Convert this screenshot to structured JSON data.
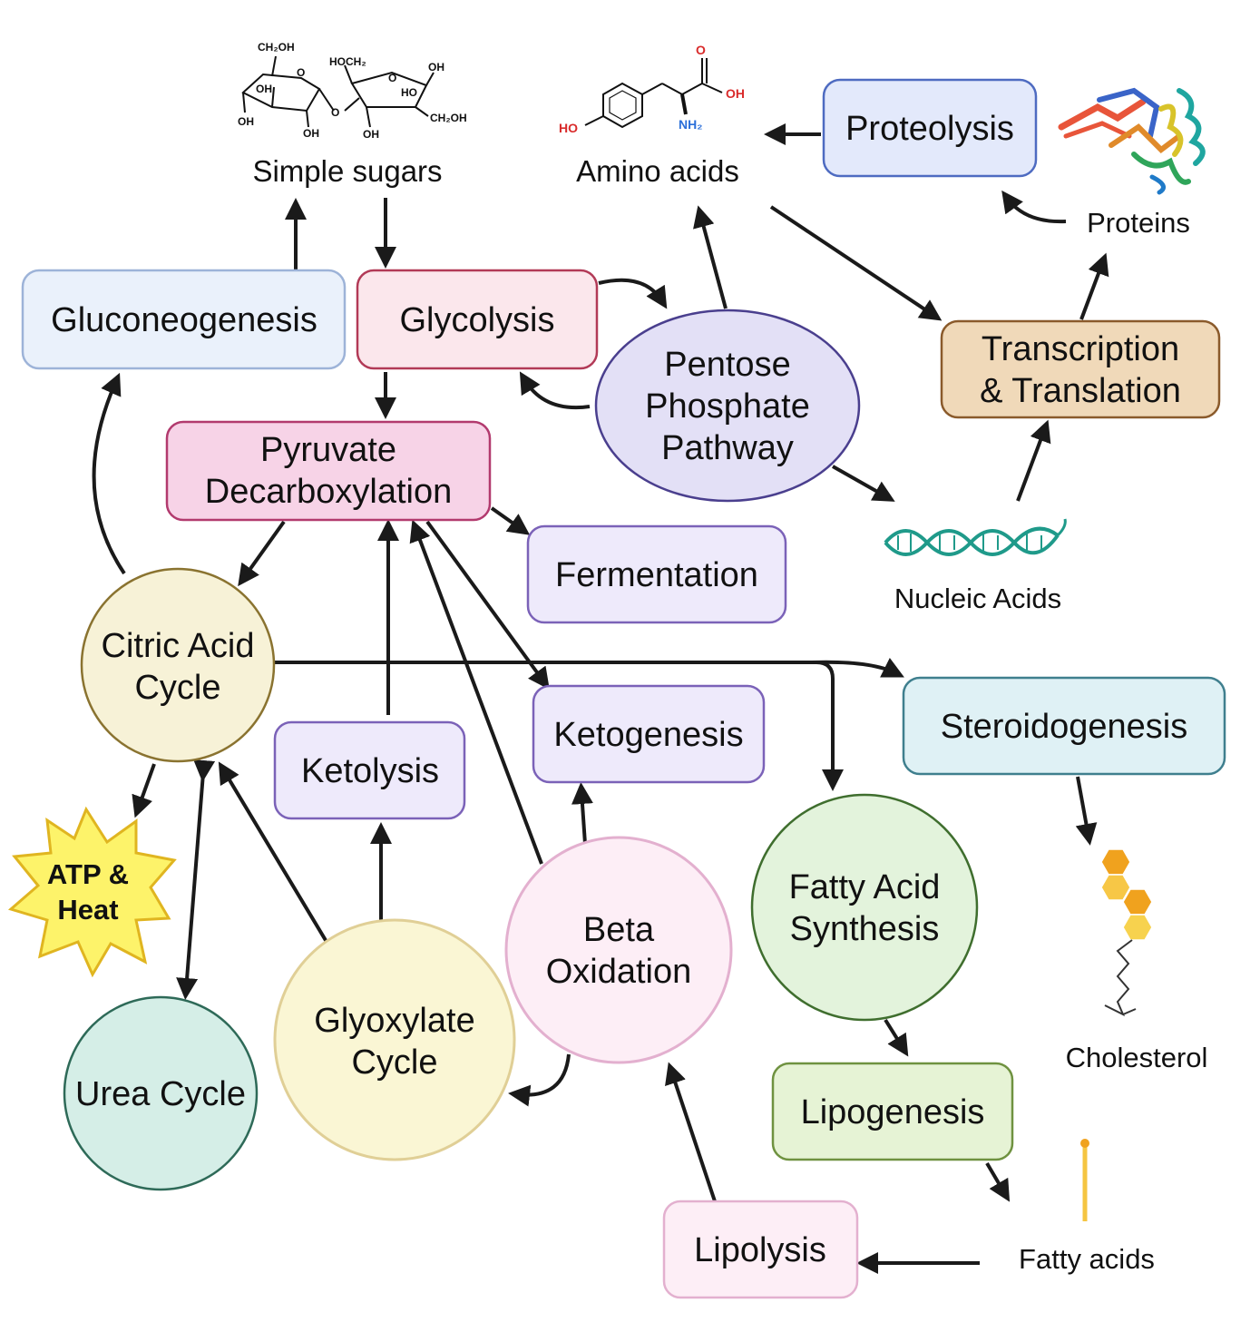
{
  "nodes": {
    "gluconeogenesis": {
      "label": "Gluconeogenesis",
      "fill": "#eaf1fb",
      "stroke": "#9db3d8"
    },
    "glycolysis": {
      "label": "Glycolysis",
      "fill": "#fbe7ec",
      "stroke": "#b23a57"
    },
    "pyruvate": {
      "line1": "Pyruvate",
      "line2": "Decarboxylation",
      "fill": "#f7d3e7",
      "stroke": "#b23a6e"
    },
    "pentose": {
      "line1": "Pentose",
      "line2": "Phosphate",
      "line3": "Pathway",
      "fill": "#e3e0f6",
      "stroke": "#4a3f8e"
    },
    "fermentation": {
      "label": "Fermentation",
      "fill": "#eeeafb",
      "stroke": "#7b62b8"
    },
    "proteolysis": {
      "label": "Proteolysis",
      "fill": "#e3e9fb",
      "stroke": "#4e6bc1"
    },
    "transcription": {
      "line1": "Transcription",
      "line2": "& Translation",
      "fill": "#f0d9b9",
      "stroke": "#8a5a2b"
    },
    "citric": {
      "line1": "Citric Acid",
      "line2": "Cycle",
      "fill": "#f7f2d7",
      "stroke": "#8a7330"
    },
    "ketolysis": {
      "label": "Ketolysis",
      "fill": "#eeeafb",
      "stroke": "#7b62b8"
    },
    "ketogenesis": {
      "label": "Ketogenesis",
      "fill": "#eeeafb",
      "stroke": "#7b62b8"
    },
    "steroidogenesis": {
      "label": "Steroidogenesis",
      "fill": "#dff1f5",
      "stroke": "#3f7f8e"
    },
    "atp": {
      "line1": "ATP &",
      "line2": "Heat",
      "fill": "#fdf36a",
      "stroke": "#e0b520"
    },
    "urea": {
      "label": "Urea Cycle",
      "fill": "#d5eee7",
      "stroke": "#2e6a58"
    },
    "glyoxylate": {
      "line1": "Glyoxylate",
      "line2": "Cycle",
      "fill": "#faf6d4",
      "stroke": "#e0cf96"
    },
    "beta": {
      "line1": "Beta",
      "line2": "Oxidation",
      "fill": "#fdeef6",
      "stroke": "#e3b0cf"
    },
    "fattyacid_synth": {
      "line1": "Fatty Acid",
      "line2": "Synthesis",
      "fill": "#e3f3dc",
      "stroke": "#3f6e2e"
    },
    "lipogenesis": {
      "label": "Lipogenesis",
      "fill": "#e6f3d5",
      "stroke": "#6f9240"
    },
    "lipolysis": {
      "label": "Lipolysis",
      "fill": "#fdeef6",
      "stroke": "#e3b0cf"
    }
  },
  "labels": {
    "simple_sugars": "Simple sugars",
    "amino_acids": "Amino acids",
    "proteins": "Proteins",
    "nucleic_acids": "Nucleic Acids",
    "cholesterol": "Cholesterol",
    "fatty_acids": "Fatty acids"
  },
  "structures": {
    "sucrose": {
      "ch2oh": "CH₂OH",
      "hoch2": "HOCH₂",
      "oh": "OH",
      "ho": "HO",
      "o": "O"
    },
    "tyrosine": {
      "o": "O",
      "oh": "OH",
      "ho": "HO",
      "nh2": "NH₂"
    }
  },
  "icons": [
    "molecule-structure",
    "protein-ribbon",
    "dna-helix",
    "cholesterol-hexagons",
    "fatty-acid-stick",
    "starburst"
  ],
  "colors": {
    "arrow": "#1a1a1a",
    "oxygen": "#d92b2b",
    "nitrogen": "#2b6fd9",
    "dna": "#1f9a8a"
  }
}
